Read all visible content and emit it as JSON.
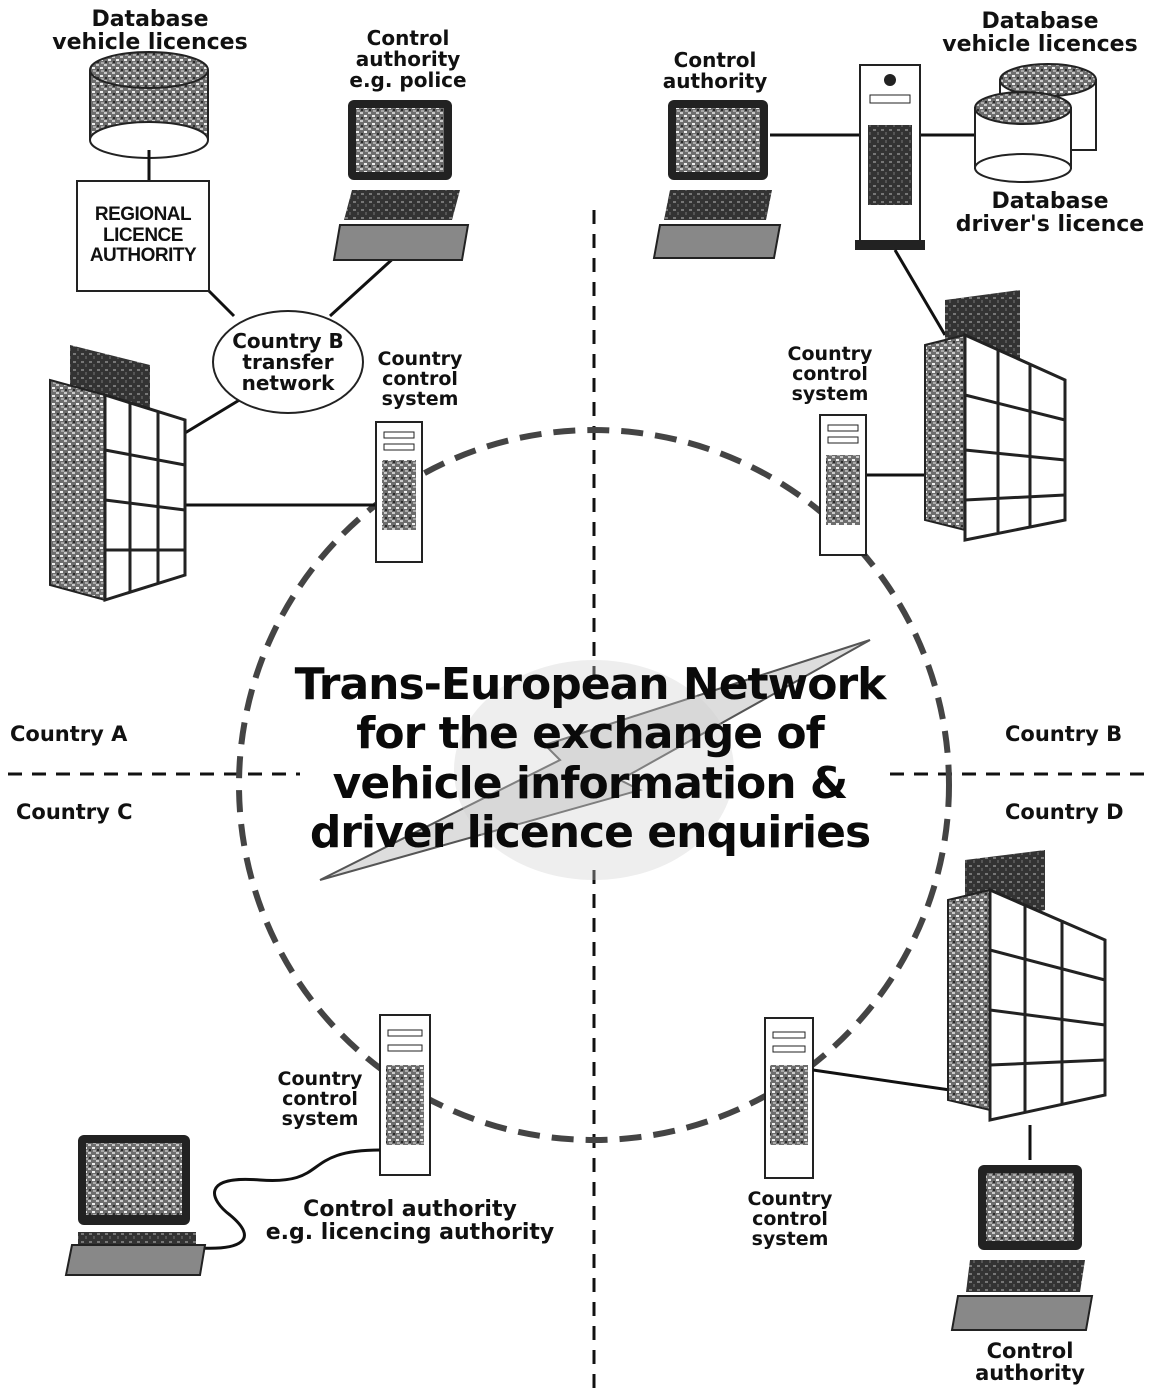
{
  "title_lines": [
    "Trans-European Network",
    "for the exchange of",
    "vehicle information &",
    "driver licence enquiries"
  ],
  "countries": {
    "a": "Country A",
    "b": "Country B",
    "c": "Country C",
    "d": "Country D"
  },
  "country_b_upper_left": {
    "database": [
      "Database",
      "vehicle licences"
    ],
    "regional_authority": [
      "REGIONAL",
      "LICENCE",
      "AUTHORITY"
    ],
    "control_authority": [
      "Control",
      "authority",
      "e.g. police"
    ],
    "transfer_network": [
      "Country B",
      "transfer",
      "network"
    ],
    "control_system": [
      "Country",
      "control",
      "system"
    ]
  },
  "upper_right": {
    "control_authority": [
      "Control",
      "authority"
    ],
    "database_vehicle": [
      "Database",
      "vehicle licences"
    ],
    "database_driver": [
      "Database",
      "driver's licence"
    ],
    "control_system": [
      "Country",
      "control",
      "system"
    ]
  },
  "lower_left": {
    "control_system": [
      "Country",
      "control",
      "system"
    ],
    "control_authority": [
      "Control authority",
      "e.g. licencing authority"
    ]
  },
  "lower_right": {
    "control_system": [
      "Country",
      "control",
      "system"
    ],
    "control_authority": [
      "Control",
      "authority"
    ]
  },
  "colors": {
    "ink": "#111111",
    "screen": "#7a7a7a",
    "building": "#3a3a3a",
    "paper": "#ffffff"
  }
}
